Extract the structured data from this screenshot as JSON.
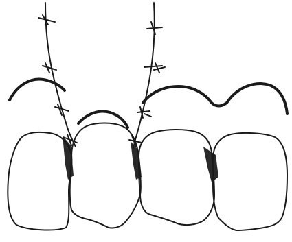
{
  "figure": {
    "ink_color": "#1a1a1a",
    "background_color": "#ffffff",
    "gum_shading_color": "#2a2a2a",
    "teeth_count": 4,
    "suture_lines_count": 2,
    "gingival_arcs_count": 3,
    "icon": "dental-suture-illustration"
  }
}
